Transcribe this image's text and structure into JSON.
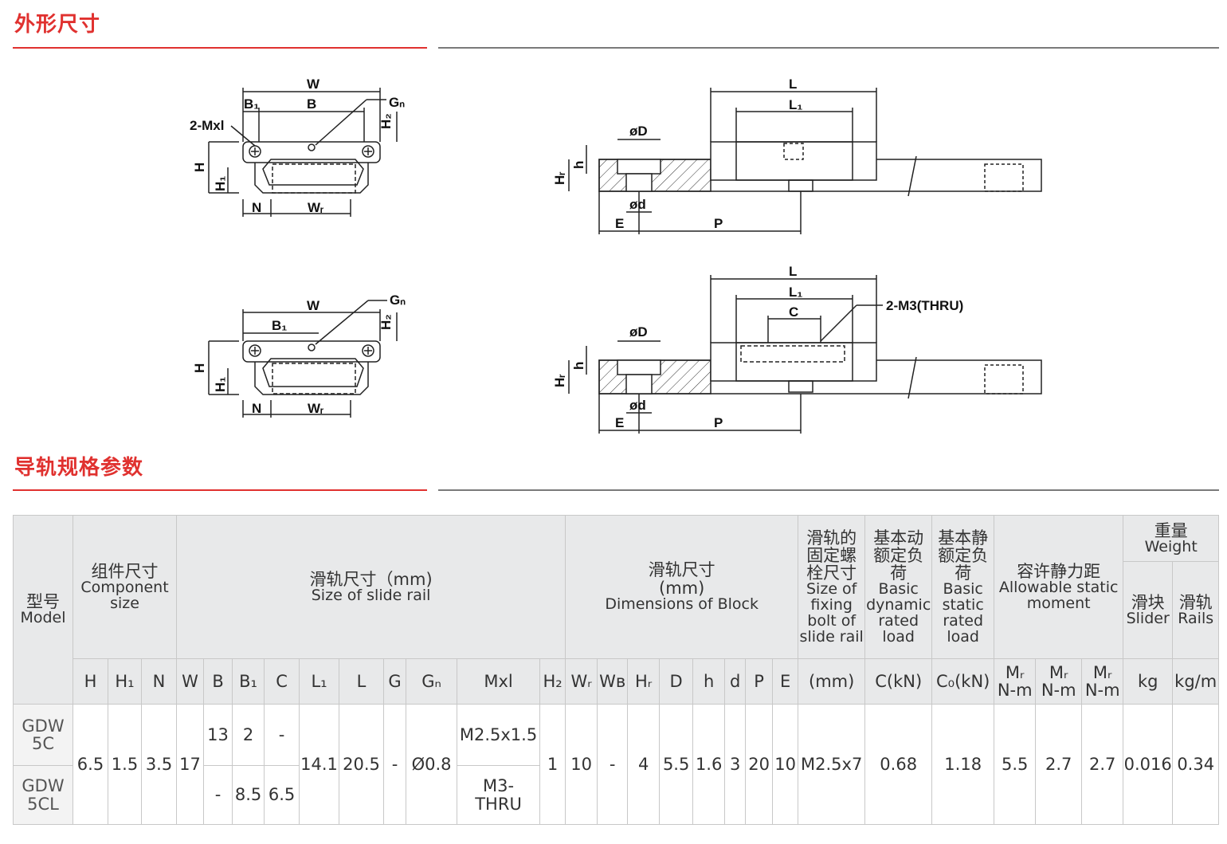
{
  "sections": {
    "dimensions_title": "外形尺寸",
    "params_title": "导轨规格参数"
  },
  "drawing_labels": {
    "W": "W",
    "B": "B",
    "B1": "B₁",
    "Gn": "Gₙ",
    "H2": "H₂",
    "Mxl": "2-Mxl",
    "H": "H",
    "H1": "H₁",
    "N": "N",
    "WR": "Wᵣ",
    "L": "L",
    "L1": "L₁",
    "C": "C",
    "M3": "2-M3(THRU)",
    "phiD": "øD",
    "phid": "ød",
    "HR": "Hᵣ",
    "h": "h",
    "E": "E",
    "P": "P"
  },
  "table": {
    "model_cn": "型号",
    "model_en": "Model",
    "component_cn": "组件尺寸",
    "component_en1": "Component",
    "component_en2": "size",
    "rail_cn": "滑轨尺寸（mm)",
    "rail_en": "Size of slide rail",
    "block_cn1": "滑轨尺寸",
    "block_cn2": "(mm)",
    "block_en": "Dimensions of Block",
    "fix_cn1": "滑轨的",
    "fix_cn2": "固定螺",
    "fix_cn3": "栓尺寸",
    "fix_en1": "Size of",
    "fix_en2": "fixing",
    "fix_en3": "bolt of",
    "fix_en4": "slide rail",
    "dyn_cn1": "基本动",
    "dyn_cn2": "额定负",
    "dyn_cn3": "荷",
    "dyn_en1": "Basic",
    "dyn_en2": "dynamic",
    "dyn_en3": "rated",
    "dyn_en4": "load",
    "sta_cn1": "基本静",
    "sta_cn2": "额定负",
    "sta_cn3": "荷",
    "sta_en1": "Basic",
    "sta_en2": "static",
    "sta_en3": "rated",
    "sta_en4": "load",
    "moment_cn": "容许静力距",
    "moment_en1": "Allowable static",
    "moment_en2": "moment",
    "weight_cn": "重量",
    "weight_en": "Weight",
    "slider_cn": "滑块",
    "slider_en": "Slider",
    "rails_cn": "滑轨",
    "rails_en": "Rails",
    "sub_headers": [
      "H",
      "H₁",
      "N",
      "W",
      "B",
      "B₁",
      "C",
      "L₁",
      "L",
      "G",
      "Gₙ",
      "Mxl",
      "H₂",
      "Wᵣ",
      "W_B",
      "Hᵣ",
      "D",
      "h",
      "d",
      "P",
      "E",
      "(mm)",
      "C(kN)",
      "C₀(kN)",
      "Mᵣ\nN-m",
      "Mᵣ\nN-m",
      "Mᵣ\nN-m",
      "kg",
      "kg/m"
    ],
    "sub": {
      "H": "H",
      "H1": "H₁",
      "N": "N",
      "W": "W",
      "B": "B",
      "B1": "B₁",
      "C": "C",
      "L1": "L₁",
      "L": "L",
      "G": "G",
      "Gn": "Gₙ",
      "Mxl": "Mxl",
      "H2": "H₂",
      "WR": "Wᵣ",
      "WB": "Wʙ",
      "HR": "Hᵣ",
      "D": "D",
      "h": "h",
      "d": "d",
      "P": "P",
      "E": "E",
      "mm": "(mm)",
      "CkN": "C(kN)",
      "C0kN": "C₀(kN)",
      "MR": "Mᵣ",
      "Nm": "N-m",
      "kg": "kg",
      "kgm": "kg/m"
    },
    "rows": {
      "model_5c_1": "GDW",
      "model_5c_2": "5C",
      "model_5cl_1": "GDW",
      "model_5cl_2": "5CL",
      "H": "6.5",
      "H1": "1.5",
      "N": "3.5",
      "W": "17",
      "B_5c": "13",
      "B1_5c": "2",
      "C_5c": "-",
      "B_5cl": "-",
      "B1_5cl": "8.5",
      "C_5cl": "6.5",
      "L1": "14.1",
      "L": "20.5",
      "G": "-",
      "Gn": "Ø0.8",
      "Mxl_5c": "M2.5x1.5",
      "Mxl_5cl_1": "M3-",
      "Mxl_5cl_2": "THRU",
      "H2": "1",
      "WR": "10",
      "WB": "-",
      "HR": "4",
      "D": "5.5",
      "h": "1.6",
      "d": "3",
      "P": "20",
      "E": "10",
      "bolt": "M2.5x7",
      "C": "0.68",
      "C0": "1.18",
      "MR1": "5.5",
      "MR2": "2.7",
      "MR3": "2.7",
      "kg": "0.016",
      "kgm": "0.34"
    }
  }
}
